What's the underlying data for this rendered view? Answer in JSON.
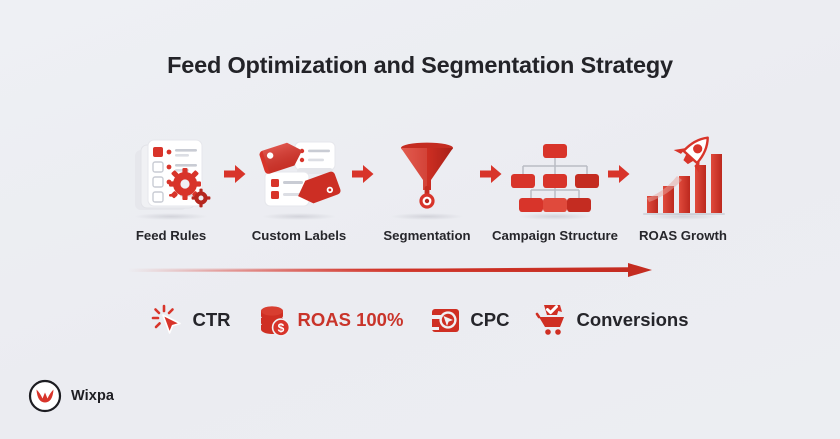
{
  "title": "Feed Optimization and Segmentation Strategy",
  "colors": {
    "background": "#edeef2",
    "accent_red": "#d8342a",
    "accent_red_dark": "#b5271f",
    "accent_red_deep": "#c9342a",
    "text_dark": "#232328",
    "line_gray": "#b9bcc4"
  },
  "process": {
    "connector_icon": "right-arrow-icon",
    "steps": [
      {
        "label": "Feed Rules",
        "icon": "document-checklist-gears-icon"
      },
      {
        "label": "Custom Labels",
        "icon": "price-tags-cards-icon"
      },
      {
        "label": "Segmentation",
        "icon": "funnel-icon"
      },
      {
        "label": "Campaign Structure",
        "icon": "org-hierarchy-icon"
      },
      {
        "label": "ROAS Growth",
        "icon": "rocket-bar-chart-icon"
      }
    ]
  },
  "flow_arrow": {
    "icon": "long-gradient-arrow-icon"
  },
  "metrics": [
    {
      "label": "CTR",
      "icon": "click-cursor-icon",
      "accent": false
    },
    {
      "label": "ROAS 100%",
      "icon": "coin-stack-dollar-icon",
      "accent": true
    },
    {
      "label": "CPC",
      "icon": "cursor-badge-icon",
      "accent": false
    },
    {
      "label": "Conversions",
      "icon": "shopping-cart-check-icon",
      "accent": false
    }
  ],
  "brand": {
    "name": "Wixpa",
    "mark_icon": "wixpa-w-logo-icon"
  }
}
